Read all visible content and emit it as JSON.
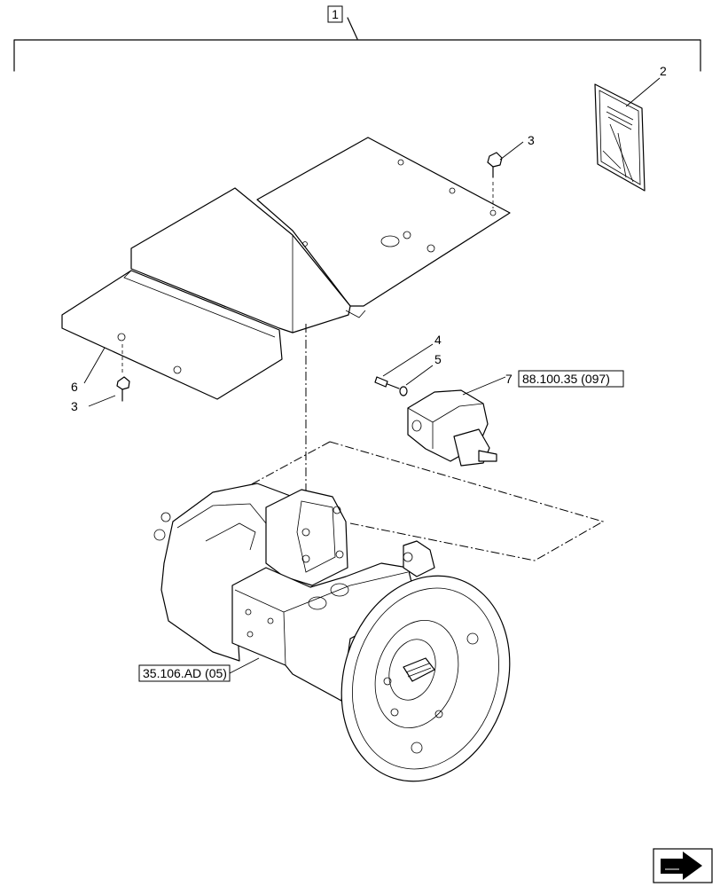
{
  "assembly": {
    "main_item": "1",
    "items": [
      {
        "number": "2"
      },
      {
        "number": "3"
      },
      {
        "number": "3"
      },
      {
        "number": "4"
      },
      {
        "number": "5"
      },
      {
        "number": "6"
      },
      {
        "number": "7"
      }
    ],
    "references": {
      "gear_pump": "88.100.35 (097)",
      "main_pump": "35.106.AD (05)"
    }
  },
  "icons": {
    "nav": "next-arrow-icon"
  }
}
